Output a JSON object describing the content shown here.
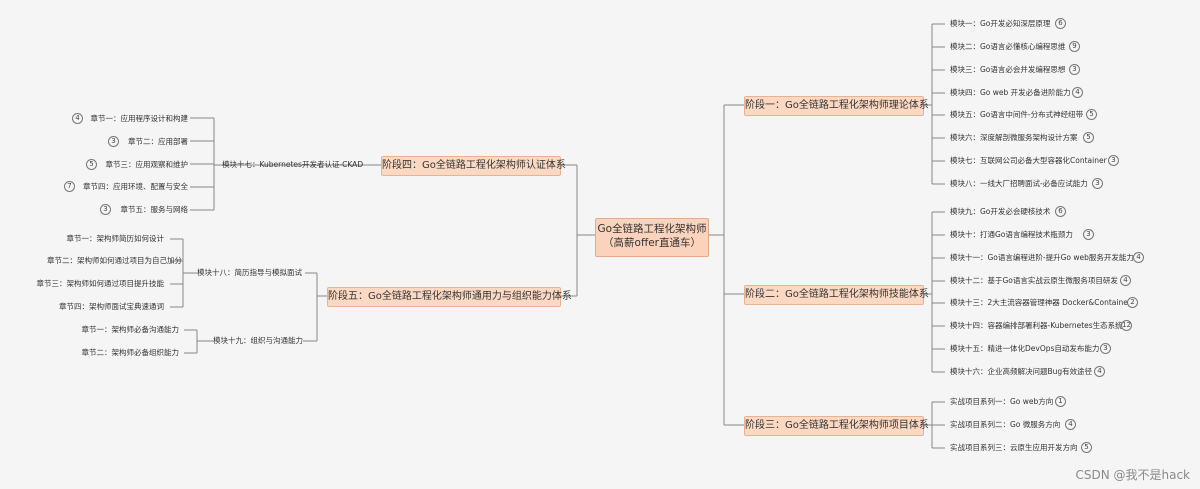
{
  "root": {
    "line1": "Go全链路工程化架构师",
    "line2": "（高薪offer直通车）"
  },
  "stages": {
    "s1": "阶段一：Go全链路工程化架构师理论体系",
    "s2": "阶段二：Go全链路工程化架构师技能体系",
    "s3": "阶段三：Go全链路工程化架构师项目体系",
    "s4": "阶段四：Go全链路工程化架构师认证体系",
    "s5": "阶段五：Go全链路工程化架构师通用力与组织能力体系"
  },
  "s1_items": [
    {
      "label": "模块一：Go开发必知深层原理",
      "count": "6"
    },
    {
      "label": "模块二：Go语言必懂核心编程思维",
      "count": "9"
    },
    {
      "label": "模块三：Go语言必会并发编程思想",
      "count": "3"
    },
    {
      "label": "模块四：Go web 开发必备进阶能力",
      "count": "4"
    },
    {
      "label": "模块五：Go语言中间件-分布式神经纽带",
      "count": "5"
    },
    {
      "label": "模块六：深度解剖微服务架构设计方案",
      "count": "5"
    },
    {
      "label": "模块七：互联网公司必备大型容器化Container",
      "count": "3"
    },
    {
      "label": "模块八：一线大厂招聘面试-必备应试能力",
      "count": "3"
    }
  ],
  "s2_items": [
    {
      "label": "模块九：Go开发必会硬核技术",
      "count": "6"
    },
    {
      "label": "模块十：打通Go语言编程技术瓶颈力",
      "count": "3"
    },
    {
      "label": "模块十一：Go语言编程进阶-提升Go web服务开发能力",
      "count": "4"
    },
    {
      "label": "模块十二：基于Go语言实战云原生微服务项目研发",
      "count": "4"
    },
    {
      "label": "模块十三：2大主流容器管理神器 Docker&Containerd",
      "count": "2"
    },
    {
      "label": "模块十四：容器编排部署利器-Kubernetes生态系统",
      "count": "12"
    },
    {
      "label": "模块十五：精进一体化DevOps自动发布能力",
      "count": "3"
    },
    {
      "label": "模块十六：企业高频解决问题Bug有效途径",
      "count": "4"
    }
  ],
  "s3_items": [
    {
      "label": "实战项目系列一：Go web方向",
      "count": "1"
    },
    {
      "label": "实战项目系列二：Go 微服务方向",
      "count": "4"
    },
    {
      "label": "实战项目系列三：云原生应用开发方向",
      "count": "5"
    }
  ],
  "s4_module": "模块十七：Kubernetes开发者认证-CKAD",
  "s4_items": [
    {
      "label": "章节一：应用程序设计和构建",
      "count": "4"
    },
    {
      "label": "章节二：应用部署",
      "count": "3"
    },
    {
      "label": "章节三：应用观察和维护",
      "count": "5"
    },
    {
      "label": "章节四：应用环境、配置与安全",
      "count": "7"
    },
    {
      "label": "章节五：服务与网络",
      "count": "3"
    }
  ],
  "s5_module1": "模块十八：简历指导与模拟面试",
  "s5_items1": [
    {
      "label": "章节一：架构师简历如何设计"
    },
    {
      "label": "章节二：架构师如何通过项目为自己加分"
    },
    {
      "label": "章节三：架构师如何通过项目提升技能"
    },
    {
      "label": "章节四：架构师面试宝典速通词"
    }
  ],
  "s5_module2": "模块十九：组织与沟通能力",
  "s5_items2": [
    {
      "label": "章节一：架构师必备沟通能力"
    },
    {
      "label": "章节二：架构师必备组织能力"
    }
  ],
  "watermark": "CSDN @我不是hack",
  "colors": {
    "node_fill": "#fbd8c2",
    "node_border": "#e7b393",
    "line": "#888888",
    "background": "#f6f5f5"
  }
}
